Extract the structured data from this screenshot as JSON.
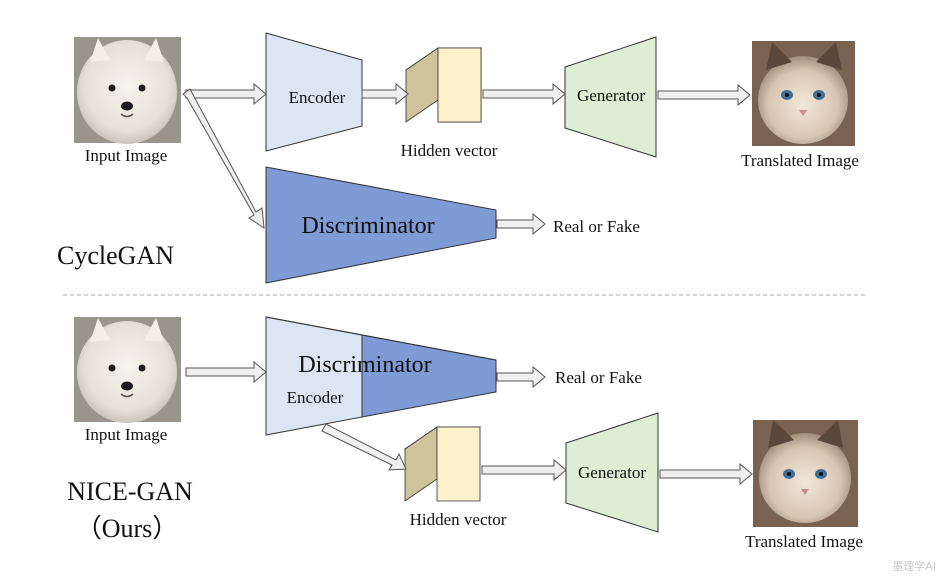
{
  "cyclegan": {
    "input_label": "Input Image",
    "encoder_label": "Encoder",
    "hidden_label": "Hidden vector",
    "generator_label": "Generator",
    "translated_label": "Translated Image",
    "discriminator_label": "Discriminator",
    "output_label": "Real or Fake",
    "title": "CycleGAN"
  },
  "nicegan": {
    "input_label": "Input Image",
    "discriminator_label": "Discriminator",
    "encoder_label": "Encoder",
    "output_label": "Real or Fake",
    "hidden_label": "Hidden vector",
    "generator_label": "Generator",
    "translated_label": "Translated Image",
    "title_line1": "NICE-GAN",
    "title_line2": "（Ours）"
  },
  "watermark": "墨理学AI",
  "colors": {
    "encoder_fill": "#dce6f2",
    "generator_fill": "#ddeed4",
    "discriminator_fill": "#7e9bd6",
    "hidden_front": "#fdf1cc",
    "hidden_side": "#cfc39b",
    "hidden_top": "#efe5bf",
    "arrow_fill": "#efefef",
    "arrow_stroke": "#555555",
    "separator": "#aaaaaa"
  }
}
